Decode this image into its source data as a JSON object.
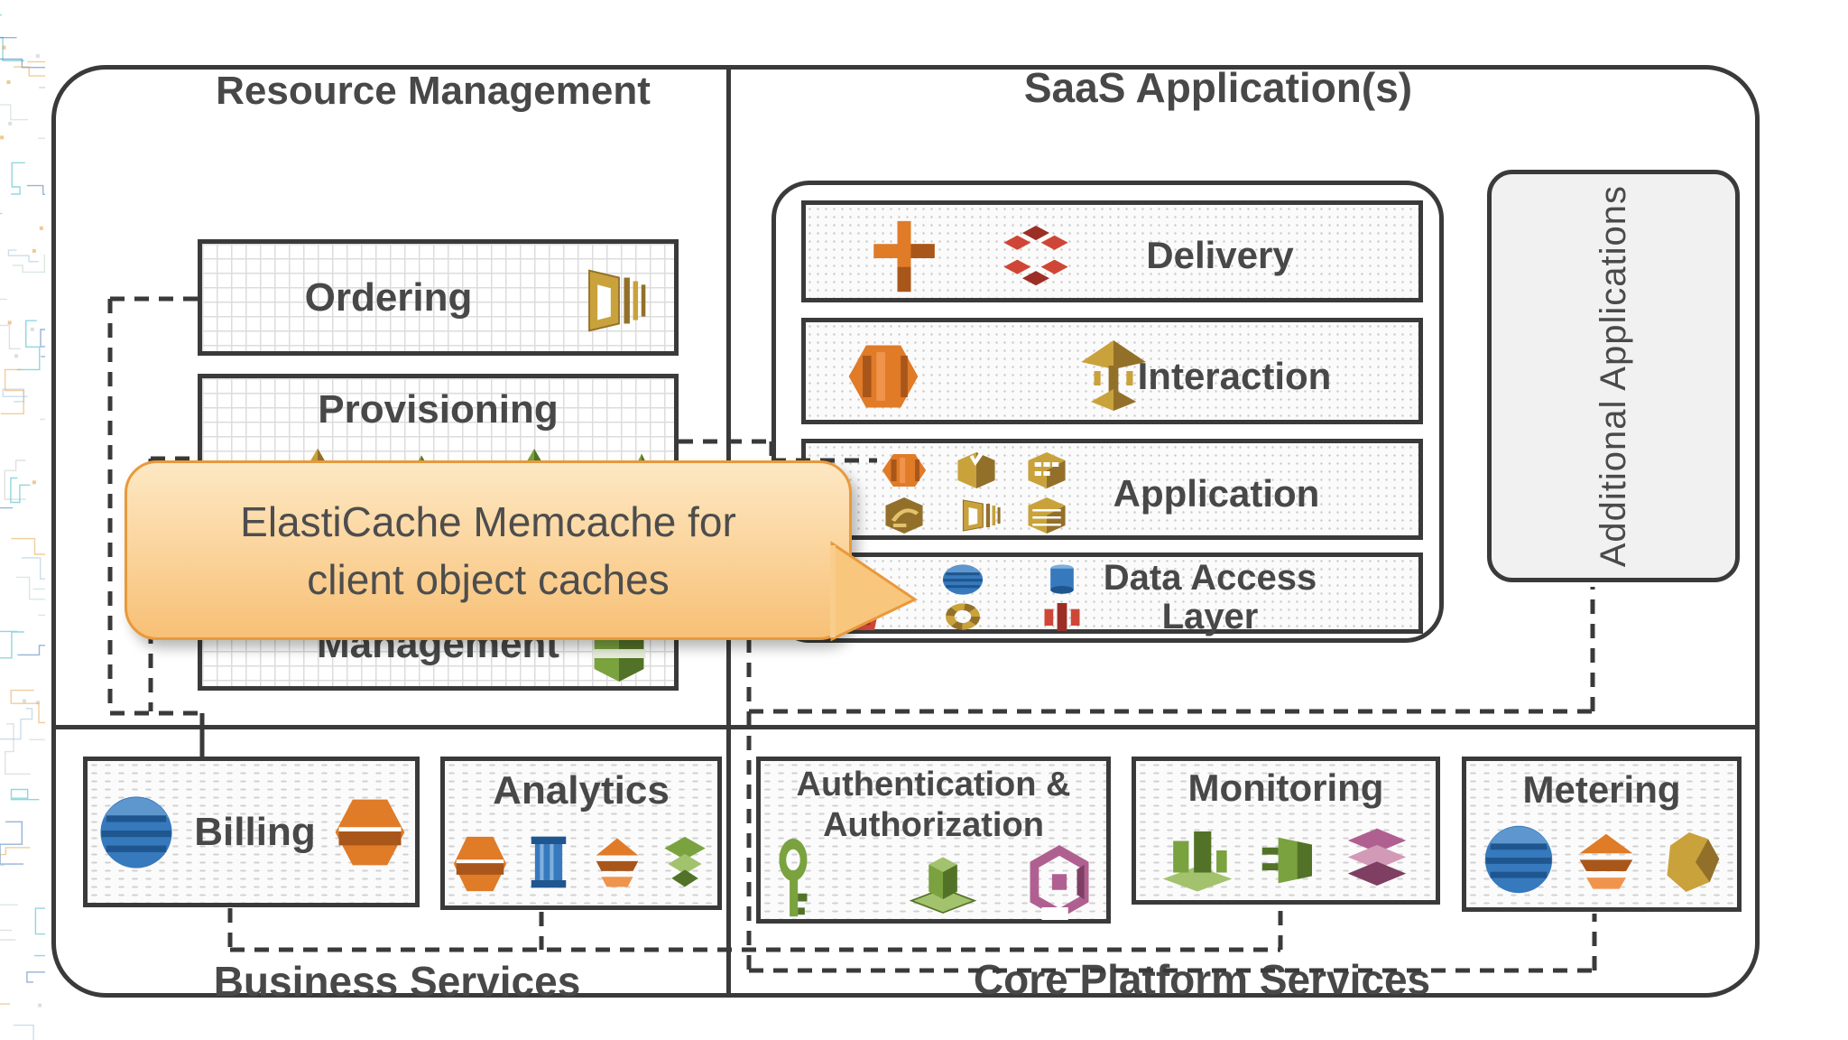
{
  "page": {
    "kind": "architecture-diagram-slide"
  },
  "tooltip": {
    "line1": "ElastiCache Memcache for",
    "line2": "client object caches"
  },
  "quadrants": {
    "resource_management": {
      "title": "Resource Management",
      "boxes": [
        {
          "label": "Ordering",
          "icons": [
            "gold-frame"
          ]
        },
        {
          "label": "Provisioning",
          "icons": [
            "gold-pyramid",
            "green-pyramid",
            "green-pyramid",
            "green-pyramid"
          ]
        },
        {
          "label": "Management",
          "icons": [
            "elasticache-green-cube"
          ]
        }
      ]
    },
    "saas_applications": {
      "title": "SaaS Application(s)",
      "rows": [
        {
          "label": "Delivery",
          "icons": [
            "orange-pipeline-cross",
            "red-cube-cluster"
          ]
        },
        {
          "label": "Interaction",
          "icons": [
            "ec2-orange-hexagon",
            "gold-pedestal"
          ]
        },
        {
          "label": "Application",
          "icons": [
            "ec2-orange-hexagon",
            "gold-hexagon-notch",
            "gold-hexagon-grid",
            "gold-prism",
            "gold-frame",
            "gold-hexagon-layers"
          ]
        },
        {
          "label": "Data Access Layer",
          "lines": [
            "Data Access",
            "Layer"
          ],
          "icons": [
            "elasticache-blue-arrows",
            "dynamodb-blue-sphere",
            "rds-blue-cylinder",
            "s3-red-bucket",
            "sqs-gold-ring",
            "redshift-red-bars"
          ]
        }
      ],
      "additional_applications": "Additional Applications"
    },
    "business_services": {
      "title": "Business Services",
      "boxes": [
        {
          "label": "Billing",
          "icons": [
            "dynamodb-blue-sphere",
            "ses-orange-hexagon"
          ]
        },
        {
          "label": "Analytics",
          "icons": [
            "ses-orange-hexagon",
            "redshift-blue-column",
            "kinesis-orange-layers",
            "emr-green-layers"
          ]
        }
      ]
    },
    "core_platform_services": {
      "title": "Core Platform Services",
      "boxes": [
        {
          "label": "Authentication & Authorization",
          "lines": [
            "Authentication &",
            "Authorization"
          ],
          "icons": [
            "iam-green-key",
            "beanstalk-green-platform",
            "cognito-magenta-frame"
          ]
        },
        {
          "label": "Monitoring",
          "icons": [
            "cloudwatch-green-blocks",
            "cloudtrail-green-plug",
            "magenta-stack"
          ]
        },
        {
          "label": "Metering",
          "icons": [
            "dynamodb-blue-sphere",
            "kinesis-orange-layers",
            "gold-blob"
          ]
        }
      ]
    }
  },
  "colors": {
    "border": "#3a3a3a",
    "text": "#484848",
    "tooltip_fill_top": "#fde8c3",
    "tooltip_fill_bottom": "#f7c076",
    "tooltip_border": "#e8993c",
    "aws_orange": "#e07b28",
    "aws_gold": "#c9a23c",
    "aws_green": "#7aa23f",
    "aws_blue": "#3679bd",
    "aws_red": "#cf4637",
    "aws_magenta": "#b06090"
  }
}
